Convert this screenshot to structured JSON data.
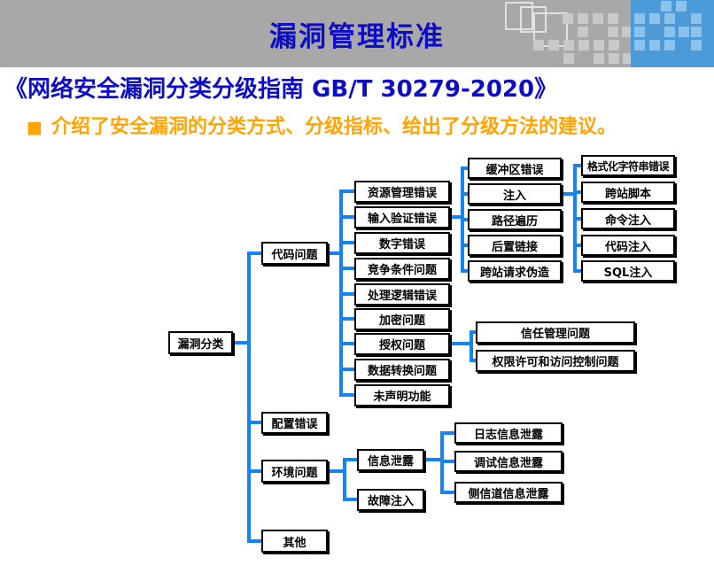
{
  "slide": {
    "title": "漏洞管理标准",
    "subtitle": "《网络安全漏洞分类分级指南 GB/T 30279-2020》",
    "intro_bullet": "■",
    "intro_text": "介绍了安全漏洞的分类方式、分级指标、给出了分级方法的建议。"
  },
  "colors": {
    "header_gray": "#a8a8a8",
    "panel_blue": "#4d9ad8",
    "title_blue": "#0d0dc4",
    "intro_orange": "#ffa404",
    "connector_blue": "#1583f0",
    "node_border": "#000000",
    "node_fill": "#ffffff"
  },
  "tree": {
    "root": "漏洞分类",
    "level1": [
      "代码问题",
      "配置错误",
      "环境问题",
      "其他"
    ],
    "code_issue_children": [
      "资源管理错误",
      "输入验证错误",
      "数字错误",
      "竞争条件问题",
      "处理逻辑错误",
      "加密问题",
      "授权问题",
      "数据转换问题",
      "未声明功能"
    ],
    "input_validation_children": [
      "缓冲区错误",
      "注入",
      "路径遍历",
      "后置链接",
      "跨站请求伪造"
    ],
    "injection_children": [
      "格式化字符串错误",
      "跨站脚本",
      "命令注入",
      "代码注入",
      "SQL注入"
    ],
    "authorization_children": [
      "信任管理问题",
      "权限许可和访问控制问题"
    ],
    "environment_children": [
      "信息泄露",
      "故障注入"
    ],
    "info_leak_children": [
      "日志信息泄露",
      "调试信息泄露",
      "侧信道信息泄露"
    ]
  }
}
